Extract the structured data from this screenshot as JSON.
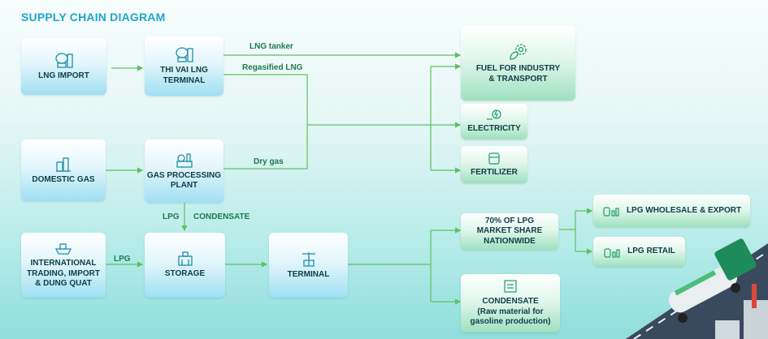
{
  "title": "SUPPLY CHAIN DIAGRAM",
  "nodes": {
    "lng_import": "LNG IMPORT",
    "thi_vai": "THI VAI LNG\nTERMINAL",
    "domestic_gas": "DOMESTIC GAS",
    "gas_processing": "GAS PROCESSING\nPLANT",
    "intl_trading": "INTERNATIONAL\nTRADING, IMPORT\n& DUNG QUAT",
    "storage": "STORAGE",
    "terminal": "TERMINAL",
    "fuel": "FUEL FOR INDUSTRY\n& TRANSPORT",
    "electricity": "ELECTRICITY",
    "fertilizer": "FERTILIZER",
    "lpg_share": "70% OF LPG\nMARKET SHARE\nNATIONWIDE",
    "condensate": "CONDENSATE\n(Raw material for\ngasoline production)",
    "lpg_wholesale": "LPG WHOLESALE & EXPORT",
    "lpg_retail": "LPG RETAIL"
  },
  "edge_labels": {
    "lng_tanker": "LNG tanker",
    "regasified": "Regasified LNG",
    "dry_gas": "Dry gas",
    "lpg_vertical": "LPG",
    "condensate_vertical": "CONDENSATE",
    "lpg_horizontal": "LPG"
  },
  "icons": {
    "lng_import": "lng-tank-icon",
    "thi_vai": "lng-tank-icon",
    "domestic_gas": "gas-plant-icon",
    "gas_processing": "processing-plant-icon",
    "intl_trading": "ship-icon",
    "storage": "storage-building-icon",
    "terminal": "crane-icon",
    "fuel": "gear-leaf-icon",
    "electricity": "electricity-icon",
    "fertilizer": "fertilizer-icon",
    "lpg_wholesale": "lpg-cylinder-icon",
    "lpg_retail": "lpg-cylinder-icon",
    "condensate": "document-icon"
  },
  "colors": {
    "title": "#1fa7c9",
    "line": "#5cc25d",
    "label": "#1c7a4d",
    "text": "#0e3d48"
  }
}
